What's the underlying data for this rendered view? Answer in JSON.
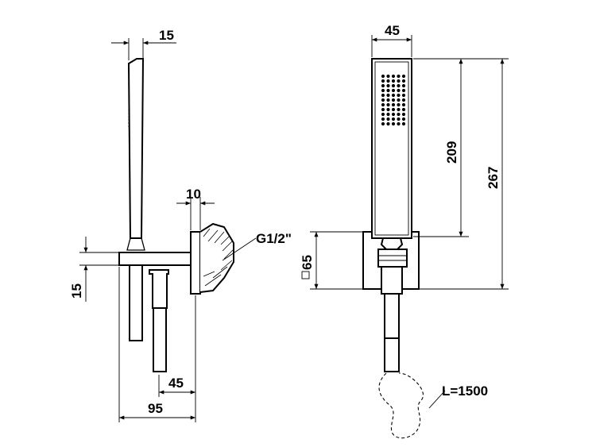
{
  "dimensions": {
    "side_top_width": "15",
    "connector_offset": "10",
    "thread": "G1/2\"",
    "side_lower_height": "15",
    "hose_offset": "45",
    "total_depth": "95",
    "front_width": "45",
    "handset_height": "209",
    "total_height": "267",
    "bracket_height": "65",
    "hose_length": "L=1500"
  }
}
